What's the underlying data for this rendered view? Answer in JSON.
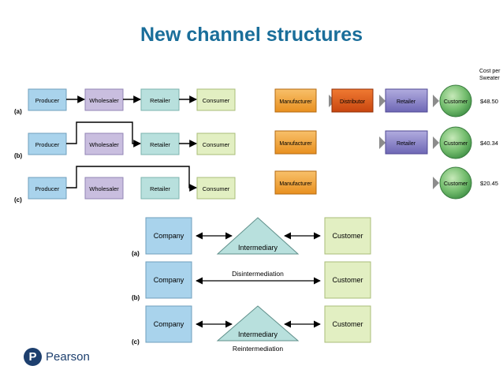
{
  "slide": {
    "title": "New channel structures",
    "brand": "Pearson"
  },
  "left_diagram": {
    "rows": [
      {
        "label": "(a)",
        "boxes": [
          "Producer",
          "Wholesaler",
          "Retailer",
          "Consumer"
        ]
      },
      {
        "label": "(b)",
        "boxes": [
          "Producer",
          "Wholesaler",
          "Retailer",
          "Consumer"
        ]
      },
      {
        "label": "(c)",
        "boxes": [
          "Producer",
          "Wholesaler",
          "Retailer",
          "Consumer"
        ]
      }
    ]
  },
  "right_diagram": {
    "cost_header_line1": "Cost per",
    "cost_header_line2": "Sweater",
    "rows": [
      {
        "manufacturer": "Manufacturer",
        "distributor": "Distributor",
        "retailer": "Retailer",
        "customer": "Customer",
        "cost": "$48.50"
      },
      {
        "manufacturer": "Manufacturer",
        "retailer": "Retailer",
        "customer": "Customer",
        "cost": "$40.34"
      },
      {
        "manufacturer": "Manufacturer",
        "customer": "Customer",
        "cost": "$20.45"
      }
    ]
  },
  "bottom_diagram": {
    "rows": [
      {
        "label": "(a)",
        "company": "Company",
        "intermediary": "Intermediary",
        "customer": "Customer"
      },
      {
        "label": "(b)",
        "company": "Company",
        "arrow_label": "Disintermediation",
        "customer": "Customer"
      },
      {
        "label": "(c)",
        "company": "Company",
        "intermediary": "Intermediary",
        "below_label": "Reintermediation",
        "customer": "Customer"
      }
    ]
  },
  "colors": {
    "title": "#1a6e9a",
    "producer": "#a9d3ec",
    "wholesaler": "#c9bedf",
    "retailer": "#b8e0dd",
    "consumer": "#e2efc2",
    "manufacturer": "#f3a53b",
    "distributor": "#e0631d",
    "retailer_right": "#8d86c9",
    "customer_circle": "#6cb86a"
  }
}
